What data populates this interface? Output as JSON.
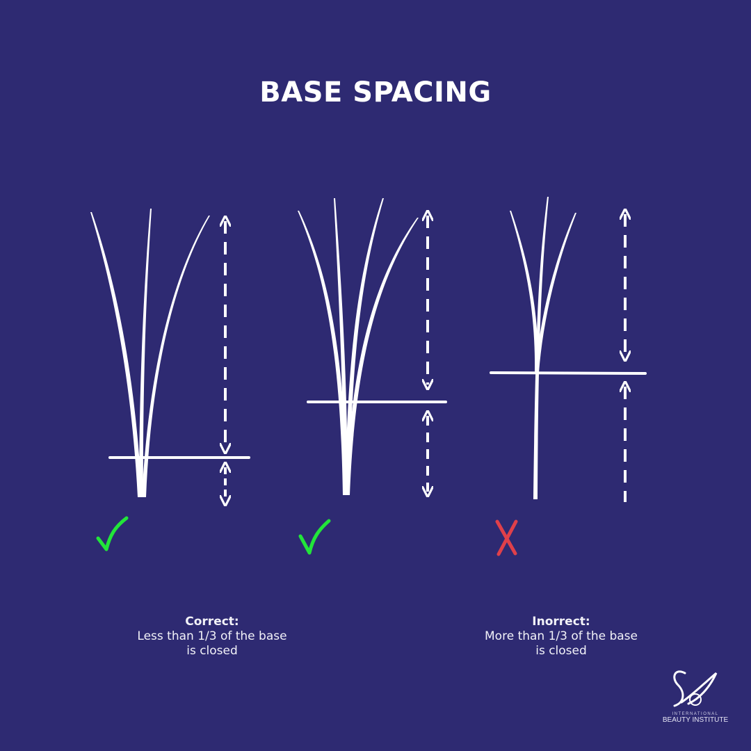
{
  "title": "BASE SPACING",
  "colors": {
    "background": "#2e2a72",
    "foreground": "#ffffff",
    "check": "#22e53a",
    "cross": "#e0404a"
  },
  "diagrams": [
    {
      "id": "left",
      "status": "correct",
      "mark_icon": "check-icon"
    },
    {
      "id": "middle",
      "status": "correct",
      "mark_icon": "check-icon"
    },
    {
      "id": "right",
      "status": "incorrect",
      "mark_icon": "cross-icon"
    }
  ],
  "captions": {
    "correct": {
      "heading": "Correct:",
      "line1": "Less than 1/3 of the base",
      "line2": "is closed"
    },
    "incorrect": {
      "heading": "Inorrect:",
      "line1": "More than 1/3 of the base",
      "line2": "is closed"
    }
  },
  "logo": {
    "line1": "INTERNATIONAL",
    "line2": "BEAUTY INSTITUTE"
  }
}
